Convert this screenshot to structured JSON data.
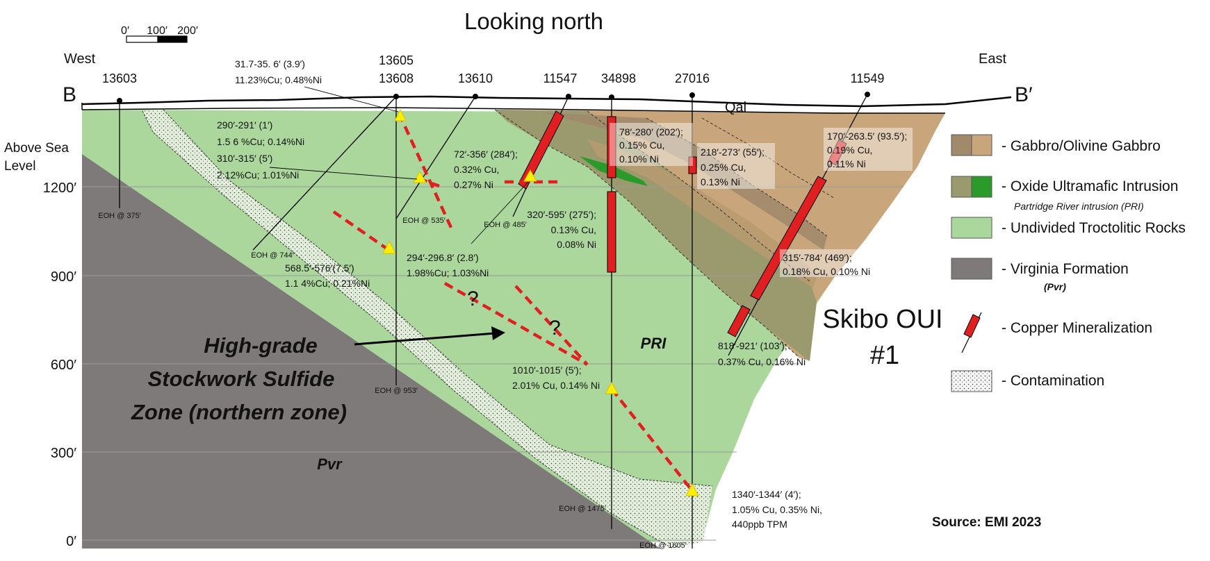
{
  "title": "Looking north",
  "scale": {
    "ticks": [
      "0′",
      "100′",
      "200′"
    ]
  },
  "orientation": {
    "west": "West",
    "east": "East",
    "start": "B",
    "end": "B′"
  },
  "elevation_axis": {
    "label": [
      "Above Sea",
      "Level"
    ],
    "ticks": [
      "1200′",
      "900′",
      "600′",
      "300′",
      "0′"
    ]
  },
  "drillholes": [
    "13603",
    "13605",
    "13608",
    "13610",
    "11547",
    "34898",
    "27016",
    "11549"
  ],
  "units": {
    "qal": "Qal",
    "pri": "PRI",
    "pvr": "Pvr"
  },
  "eoh": [
    "EOH @ 375′",
    "EOH @ 744′",
    "EOH @ 535′",
    "EOH @ 485′",
    "EOH @ 953′",
    "EOH @ 1475′",
    "EOH @ 1605′"
  ],
  "intercepts": {
    "i1": [
      "31.7-35. 6′ (3.9′)",
      "11.23%Cu; 0.48%Ni"
    ],
    "i2": [
      "290′-291′ (1′)",
      "1.5 6 %Cu; 0.14%Ni",
      "310′-315′ (5′)",
      "2.12%Cu; 1.01%Ni"
    ],
    "i3": [
      "72′-356′ (284′);",
      "0.32% Cu,",
      "0.27% Ni"
    ],
    "i4": [
      "78′-280′ (202′);",
      "0.15% Cu,",
      "0.10% Ni"
    ],
    "i5": [
      "218′-273′ (55′);",
      "0.25% Cu,",
      "0.13% Ni"
    ],
    "i6": [
      "170′-263.5′ (93.5′);",
      "0.19% Cu,",
      "0.11% Ni"
    ],
    "i7": [
      "320′-595′ (275′);",
      "0.13% Cu,",
      "0.08% Ni"
    ],
    "i8": [
      "568.5′-576′(7.5′)",
      "1.1 4%Cu; 0.21%Ni"
    ],
    "i9": [
      "294′-296.8′ (2.8′)",
      "1.98%Cu; 1.03%Ni"
    ],
    "i10": [
      "315′-784′ (469′);",
      "0.18% Cu, 0.10% Ni"
    ],
    "i11": [
      "818′-921′ (103′);",
      "0.37% Cu, 0.16% Ni"
    ],
    "i12": [
      "1010′-1015′ (5′);",
      "2.01% Cu, 0.14% Ni"
    ],
    "i13": [
      "1340′-1344′ (4′);",
      "1.05% Cu, 0.35% Ni,",
      "440ppb TPM"
    ]
  },
  "question_mark": "?",
  "zone_label": [
    "High-grade",
    "Stockwork Sulfide",
    "Zone (northern zone)"
  ],
  "skibo_label": [
    "Skibo OUI",
    "#1"
  ],
  "legend": [
    {
      "label": "- Gabbro/Olivine Gabbro",
      "colors": [
        "#a08a6a",
        "#c8a57a"
      ]
    },
    {
      "label": "- Oxide Ultramafic Intrusion",
      "sublabel": "Partridge River intrusion (PRI)",
      "colors": [
        "#9a9a6e",
        "#2a9a2a"
      ]
    },
    {
      "label": "- Undivided Troctolitic Rocks",
      "colors": [
        "#acd79c"
      ]
    },
    {
      "label": "- Virginia Formation",
      "sublabel": "(Pvr)",
      "colors": [
        "#7f7a7a"
      ]
    },
    {
      "label": "- Copper Mineralization",
      "colors": [
        "#e02020"
      ]
    },
    {
      "label": "- Contamination",
      "colors": [
        "#f4f4f4"
      ]
    }
  ],
  "source": "Source: EMI 2023"
}
